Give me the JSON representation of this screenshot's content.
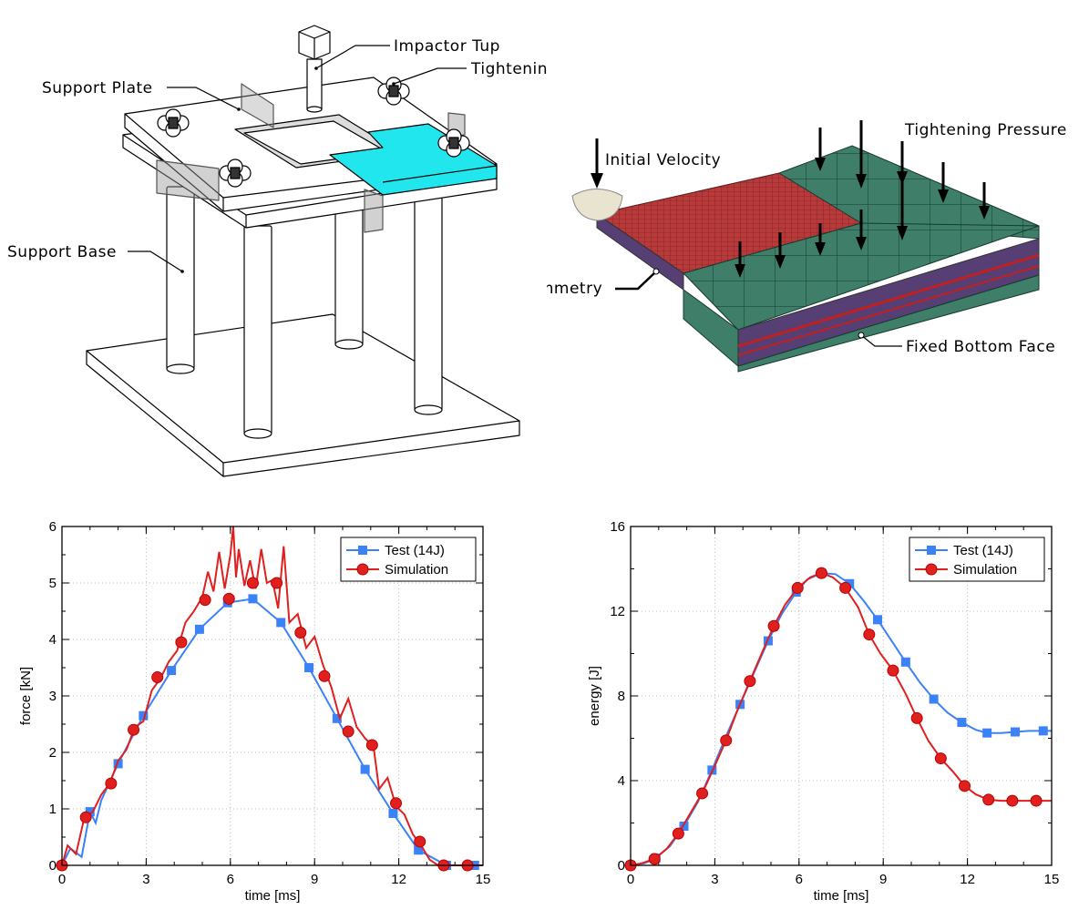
{
  "setup_labels": {
    "impactor_tup": "Impactor Tup",
    "tightening_knob": "Tightening K nob",
    "support_plate": "Support Plate",
    "support_base": "Support Base"
  },
  "model_labels": {
    "initial_velocity": "Initial Velocity",
    "tightening_pressure": "Tightening Pressure",
    "symmetry": "Symmetry",
    "fixed_bottom_face": "Fixed Bottom Face"
  },
  "colors": {
    "test": "#3b82f6",
    "simulation": "#e01f1f",
    "plate_highlight": "#22e6ee",
    "mesh_green": "#3f7f6a",
    "mesh_red": "#b83a3a"
  },
  "chart_data": [
    {
      "type": "line",
      "xlabel": "time [ms]",
      "ylabel": "force [kN]",
      "xlim": [
        0,
        15
      ],
      "ylim": [
        0,
        6
      ],
      "xticks": [
        "0",
        "3",
        "6",
        "9",
        "12",
        "15"
      ],
      "yticks": [
        "0",
        "1",
        "2",
        "3",
        "4",
        "5",
        "6"
      ],
      "grid": true,
      "legend_position": "top-right",
      "series": [
        {
          "name": "Test (14J)",
          "marker": "square",
          "x": [
            0,
            0.3,
            0.7,
            1.0,
            1.2,
            1.4,
            2.0,
            2.9,
            3.9,
            4.9,
            5.9,
            6.8,
            7.8,
            8.8,
            9.8,
            10.8,
            11.8,
            12.7,
            13.7,
            14.7,
            15.0
          ],
          "y": [
            0,
            0.3,
            0.15,
            0.95,
            0.75,
            1.15,
            1.8,
            2.65,
            3.45,
            4.18,
            4.65,
            4.72,
            4.3,
            3.5,
            2.6,
            1.7,
            0.92,
            0.27,
            0,
            0,
            0
          ],
          "marker_x": [
            0,
            1.0,
            2.0,
            2.9,
            3.9,
            4.9,
            5.9,
            6.8,
            7.8,
            8.8,
            9.8,
            10.8,
            11.8,
            12.7,
            13.7,
            14.7
          ],
          "marker_y": [
            0,
            0.95,
            1.8,
            2.65,
            3.45,
            4.18,
            4.65,
            4.72,
            4.3,
            3.5,
            2.6,
            1.7,
            0.92,
            0.27,
            0,
            0
          ]
        },
        {
          "name": "Simulation",
          "marker": "circle",
          "x": [
            0,
            0.2,
            0.5,
            0.8,
            1.1,
            1.4,
            1.7,
            2.0,
            2.3,
            2.6,
            2.9,
            3.2,
            3.5,
            3.8,
            4.1,
            4.4,
            4.7,
            5.0,
            5.2,
            5.4,
            5.6,
            5.8,
            6.0,
            6.1,
            6.2,
            6.3,
            6.5,
            6.7,
            6.9,
            7.1,
            7.3,
            7.5,
            7.7,
            7.9,
            8.1,
            8.4,
            8.7,
            9.0,
            9.3,
            9.6,
            9.9,
            10.2,
            10.5,
            10.8,
            11.1,
            11.3,
            11.6,
            11.9,
            12.2,
            12.5,
            12.8,
            13.1,
            13.4,
            13.7,
            14.0,
            14.3,
            14.7,
            15.0
          ],
          "y": [
            0,
            0.35,
            0.2,
            0.85,
            0.95,
            1.25,
            1.45,
            1.85,
            2.05,
            2.45,
            2.55,
            3.1,
            3.3,
            3.6,
            3.8,
            4.3,
            4.5,
            4.75,
            5.2,
            4.85,
            5.55,
            4.9,
            5.5,
            6.0,
            5.1,
            5.6,
            4.95,
            5.4,
            4.9,
            5.6,
            5.0,
            5.05,
            4.55,
            5.65,
            4.3,
            4.45,
            3.85,
            4.05,
            3.55,
            3.15,
            2.6,
            2.95,
            2.45,
            2.25,
            2.1,
            1.35,
            1.55,
            1.05,
            0.9,
            0.55,
            0.35,
            0.1,
            0,
            0,
            0,
            0,
            0,
            0
          ],
          "marker_x": [
            0,
            0.85,
            1.75,
            2.55,
            3.4,
            4.25,
            5.1,
            5.95,
            6.8,
            7.65,
            8.5,
            9.35,
            10.2,
            11.05,
            11.9,
            12.75,
            13.6,
            14.45
          ],
          "marker_y": [
            0,
            0.85,
            1.45,
            2.4,
            3.33,
            3.95,
            4.7,
            4.72,
            5.0,
            5.0,
            4.12,
            3.35,
            2.37,
            2.13,
            1.1,
            0.42,
            0,
            0
          ]
        }
      ]
    },
    {
      "type": "line",
      "xlabel": "time [ms]",
      "ylabel": "energy [J]",
      "xlim": [
        0,
        15
      ],
      "ylim": [
        0,
        16
      ],
      "xticks": [
        "0",
        "3",
        "6",
        "9",
        "12",
        "15"
      ],
      "yticks": [
        "0",
        "4",
        "8",
        "12",
        "16"
      ],
      "grid": true,
      "legend_position": "top-right",
      "series": [
        {
          "name": "Test (14J)",
          "marker": "square",
          "x": [
            0,
            0.5,
            0.9,
            1.4,
            1.9,
            2.4,
            2.9,
            3.4,
            3.9,
            4.4,
            4.9,
            5.4,
            5.9,
            6.3,
            6.8,
            7.3,
            7.8,
            8.3,
            8.8,
            9.3,
            9.8,
            10.3,
            10.8,
            11.3,
            11.8,
            12.3,
            12.7,
            13.2,
            13.7,
            14.2,
            14.7,
            15.0
          ],
          "y": [
            0,
            0.1,
            0.35,
            0.9,
            1.85,
            3.0,
            4.5,
            6.1,
            7.6,
            9.1,
            10.6,
            11.9,
            12.9,
            13.5,
            13.8,
            13.75,
            13.3,
            12.5,
            11.6,
            10.6,
            9.6,
            8.65,
            7.85,
            7.2,
            6.75,
            6.4,
            6.25,
            6.25,
            6.3,
            6.35,
            6.35,
            6.35
          ],
          "marker_x": [
            0,
            0.9,
            1.9,
            2.9,
            3.9,
            4.9,
            5.9,
            6.8,
            7.8,
            8.8,
            9.8,
            10.8,
            11.8,
            12.7,
            13.7,
            14.7
          ],
          "marker_y": [
            0,
            0.35,
            1.85,
            4.5,
            7.6,
            10.6,
            12.9,
            13.8,
            13.3,
            11.6,
            9.6,
            7.85,
            6.75,
            6.25,
            6.3,
            6.35
          ]
        },
        {
          "name": "Simulation",
          "marker": "circle",
          "x": [
            0,
            0.4,
            0.85,
            1.3,
            1.7,
            2.1,
            2.55,
            3.0,
            3.4,
            3.8,
            4.25,
            4.7,
            5.1,
            5.5,
            5.95,
            6.4,
            6.8,
            7.2,
            7.65,
            8.1,
            8.5,
            8.9,
            9.35,
            9.8,
            10.2,
            10.6,
            11.05,
            11.5,
            11.9,
            12.3,
            12.75,
            13.2,
            13.6,
            14.0,
            14.45,
            15.0
          ],
          "y": [
            0,
            0.1,
            0.3,
            0.8,
            1.5,
            2.4,
            3.4,
            4.7,
            5.9,
            7.3,
            8.7,
            10.1,
            11.3,
            12.3,
            13.1,
            13.6,
            13.8,
            13.6,
            13.1,
            12.2,
            10.9,
            10.0,
            9.2,
            8.1,
            6.95,
            5.9,
            5.05,
            4.4,
            3.75,
            3.35,
            3.1,
            3.05,
            3.05,
            3.05,
            3.05,
            3.05
          ],
          "marker_x": [
            0,
            0.85,
            1.7,
            2.55,
            3.4,
            4.25,
            5.1,
            5.95,
            6.8,
            7.65,
            8.5,
            9.35,
            10.2,
            11.05,
            11.9,
            12.75,
            13.6,
            14.45
          ],
          "marker_y": [
            0,
            0.3,
            1.5,
            3.4,
            5.9,
            8.7,
            11.3,
            13.1,
            13.8,
            13.1,
            10.9,
            9.2,
            6.95,
            5.05,
            3.75,
            3.1,
            3.05,
            3.05
          ]
        }
      ]
    }
  ]
}
